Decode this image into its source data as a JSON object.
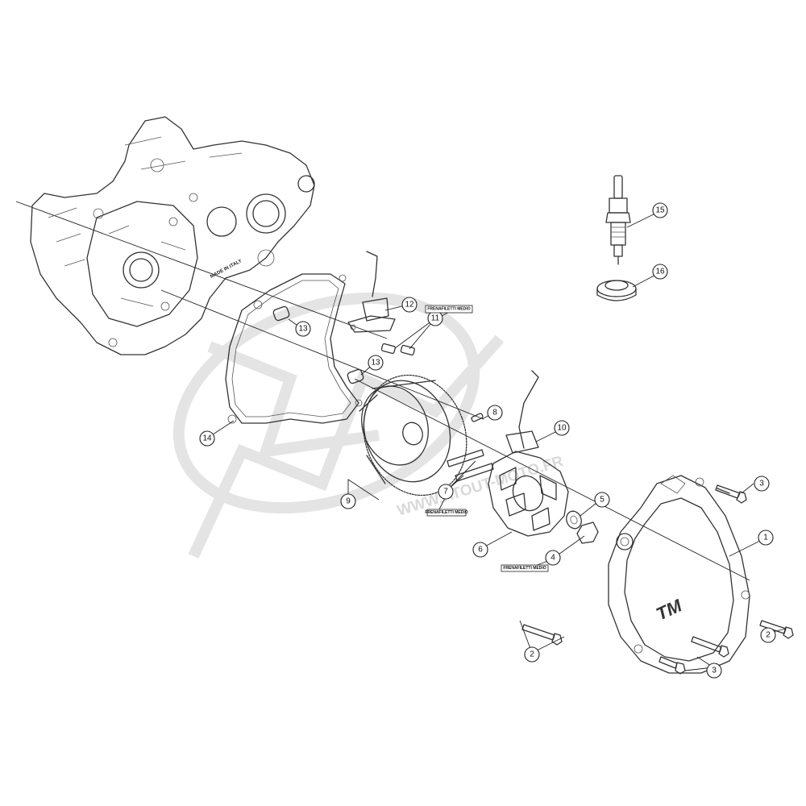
{
  "diagram": {
    "type": "exploded-parts-diagram",
    "callouts": [
      {
        "id": "c1",
        "label": "1"
      },
      {
        "id": "c2a",
        "label": "2"
      },
      {
        "id": "c2b",
        "label": "2"
      },
      {
        "id": "c3a",
        "label": "3"
      },
      {
        "id": "c3b",
        "label": "3"
      },
      {
        "id": "c4",
        "label": "4"
      },
      {
        "id": "c5",
        "label": "5"
      },
      {
        "id": "c6",
        "label": "6"
      },
      {
        "id": "c7",
        "label": "7"
      },
      {
        "id": "c8",
        "label": "8"
      },
      {
        "id": "c9",
        "label": "9"
      },
      {
        "id": "c10",
        "label": "10"
      },
      {
        "id": "c11",
        "label": "11"
      },
      {
        "id": "c12",
        "label": "12"
      },
      {
        "id": "c13a",
        "label": "13"
      },
      {
        "id": "c13b",
        "label": "13"
      },
      {
        "id": "c14",
        "label": "14"
      },
      {
        "id": "c15",
        "label": "15"
      },
      {
        "id": "c16",
        "label": "16"
      }
    ],
    "notes": [
      {
        "id": "n11",
        "text": "FRENAFILETTI MEDIO"
      },
      {
        "id": "n7",
        "text": "FRENAFILETTI MEDIO"
      },
      {
        "id": "n4",
        "text": "FRENAFILETTI MEDIO"
      }
    ],
    "crankcase_stamp": "MADE IN ITALY",
    "cover_logo": "TM",
    "watermark": "WWW.ATOUT-MOTO.FR"
  }
}
